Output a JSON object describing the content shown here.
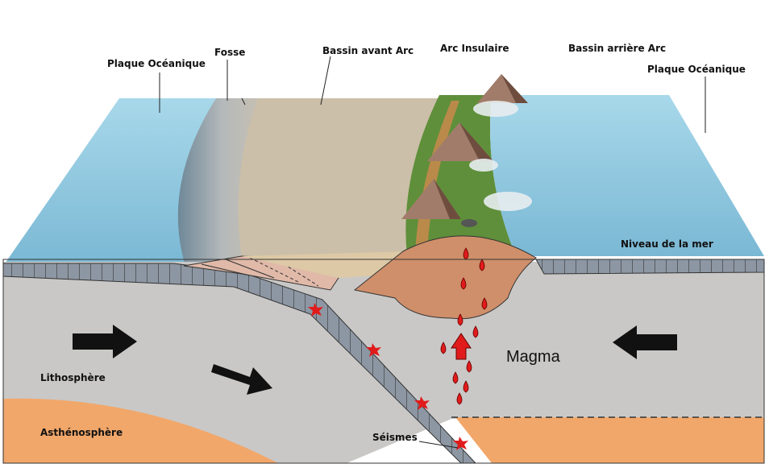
{
  "labels": {
    "plaque_oceanique_left": "Plaque Océanique",
    "fosse": "Fosse",
    "bassin_avant_arc": "Bassin avant Arc",
    "arc_insulaire": "Arc Insulaire",
    "bassin_arriere_arc": "Bassin arrière Arc",
    "plaque_oceanique_right": "Plaque Océanique",
    "niveau_mer": "Niveau de la mer",
    "magma": "Magma",
    "lithosphere": "Lithosphère",
    "asthenosphere": "Asthénosphère",
    "seismes": "Séismes"
  },
  "colors": {
    "ocean": "#8cc8e0",
    "lithosphere": "#c9c8c7",
    "asthenosphere": "#f1a76a",
    "crust": "#8d97a3",
    "magma_chamber": "#cf8f6a",
    "magma_drop": "#e11b1b",
    "arrow": "#111111",
    "sediment": "#cfc3ad"
  },
  "icons": [
    "push-arrow-icon",
    "magma-rise-arrow-icon",
    "volcano-icon",
    "seisme-star-icon"
  ]
}
